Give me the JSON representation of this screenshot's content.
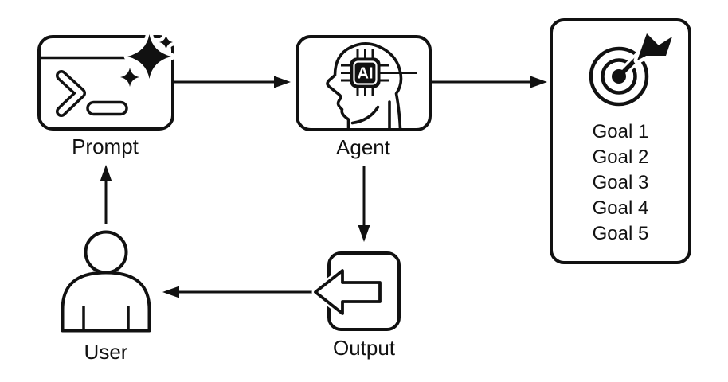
{
  "colors": {
    "background": "#ffffff",
    "stroke": "#111111"
  },
  "nodes": {
    "prompt": {
      "label": "Prompt",
      "icon": "terminal-sparkle-icon"
    },
    "agent": {
      "label": "Agent",
      "icon": "head-ai-chip-icon",
      "chip_text": "AI"
    },
    "goals": {
      "icon": "target-dart-icon",
      "items": [
        "Goal 1",
        "Goal 2",
        "Goal 3",
        "Goal 4",
        "Goal 5"
      ]
    },
    "output": {
      "label": "Output",
      "icon": "export-arrow-icon"
    },
    "user": {
      "label": "User",
      "icon": "person-icon"
    }
  },
  "edges": [
    {
      "from": "prompt",
      "to": "agent",
      "direction": "right"
    },
    {
      "from": "agent",
      "to": "goals",
      "direction": "right"
    },
    {
      "from": "agent",
      "to": "output",
      "direction": "down"
    },
    {
      "from": "output",
      "to": "user",
      "direction": "left"
    },
    {
      "from": "user",
      "to": "prompt",
      "direction": "up"
    }
  ]
}
